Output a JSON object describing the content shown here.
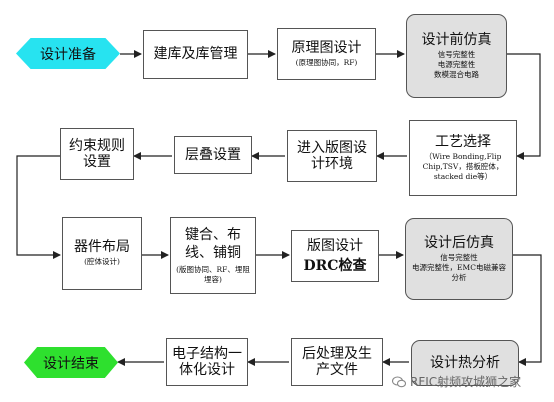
{
  "start": "设计准备",
  "end": "设计结束",
  "row1": {
    "lib": "建库及库管理",
    "schematic": {
      "title": "原理图设计",
      "sub": "(原理图协同，RF)"
    },
    "presim": {
      "title": "设计前仿真",
      "sub": "信号完整性\n电源完整性\n数模混合电路"
    }
  },
  "row2": {
    "process": {
      "title": "工艺选择",
      "sub": "（Wire Bonding,Flip Chip,TSV，搭板腔体，stacked die等）"
    },
    "enter": "进入版图设计环境",
    "stack": "层叠设置",
    "rules": "约束规则设置"
  },
  "row3": {
    "place": {
      "title": "器件布局",
      "sub": "(腔体设计)"
    },
    "route": {
      "title": "键合、布线、铺铜",
      "sub": "(版图协同、RF、埋阻埋容)"
    },
    "drc": {
      "title1": "版图设计",
      "title2": "DRC检查"
    },
    "postsim": {
      "title": "设计后仿真",
      "sub": "信号完整性\n电源完整性，EMC电磁兼容分析"
    }
  },
  "row4": {
    "thermal": "设计热分析",
    "post": "后处理及生产文件",
    "integ": "电子结构一体化设计"
  },
  "watermark": "RFIC射频攻城狮之家"
}
